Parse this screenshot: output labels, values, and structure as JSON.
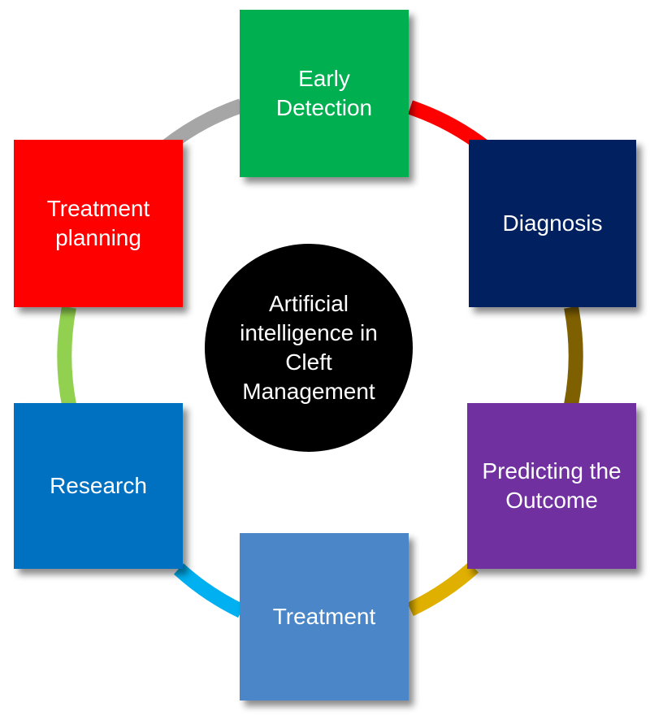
{
  "diagram": {
    "center_label": "Artificial\nintelligence in\nCleft\nManagement",
    "nodes": [
      {
        "key": "early_detection",
        "label": "Early\nDetection",
        "color": "#00b050"
      },
      {
        "key": "diagnosis",
        "label": "Diagnosis",
        "color": "#002060"
      },
      {
        "key": "predicting_outcome",
        "label": "Predicting the\nOutcome",
        "color": "#7030a0"
      },
      {
        "key": "treatment",
        "label": "Treatment",
        "color": "#4a86c8"
      },
      {
        "key": "research",
        "label": "Research",
        "color": "#0070c0"
      },
      {
        "key": "treatment_planning",
        "label": "Treatment\nplanning",
        "color": "#ff0000"
      }
    ],
    "connectors": [
      {
        "from": "early_detection",
        "to": "diagnosis",
        "color": "#ff0000"
      },
      {
        "from": "diagnosis",
        "to": "predicting_outcome",
        "color": "#7f6000"
      },
      {
        "from": "predicting_outcome",
        "to": "treatment",
        "color": "#e0b000"
      },
      {
        "from": "treatment",
        "to": "research",
        "color": "#00b0f0"
      },
      {
        "from": "research",
        "to": "treatment_planning",
        "color": "#92d050"
      },
      {
        "from": "treatment_planning",
        "to": "early_detection",
        "color": "#a6a6a6"
      }
    ]
  }
}
